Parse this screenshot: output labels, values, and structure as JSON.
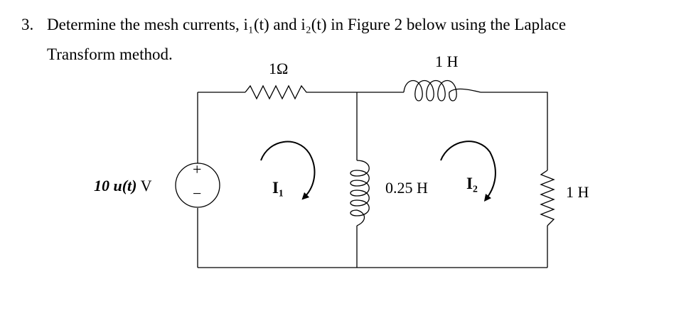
{
  "question": {
    "number": "3.",
    "line1": "Determine the mesh currents, i₁(t) and i₂(t) in Figure 2 below using the Laplace",
    "line2": "Transform method."
  },
  "circuit": {
    "resistor_label": "1Ω",
    "top_inductor_label": "1 H",
    "middle_inductor_label": "0.25 H",
    "right_inductor_label": "1 H",
    "source_label_value": "10 u(t)",
    "source_label_unit": " V",
    "source_plus": "+",
    "source_minus": "−",
    "mesh1_label": "I₁",
    "mesh2_label": "I₂"
  }
}
